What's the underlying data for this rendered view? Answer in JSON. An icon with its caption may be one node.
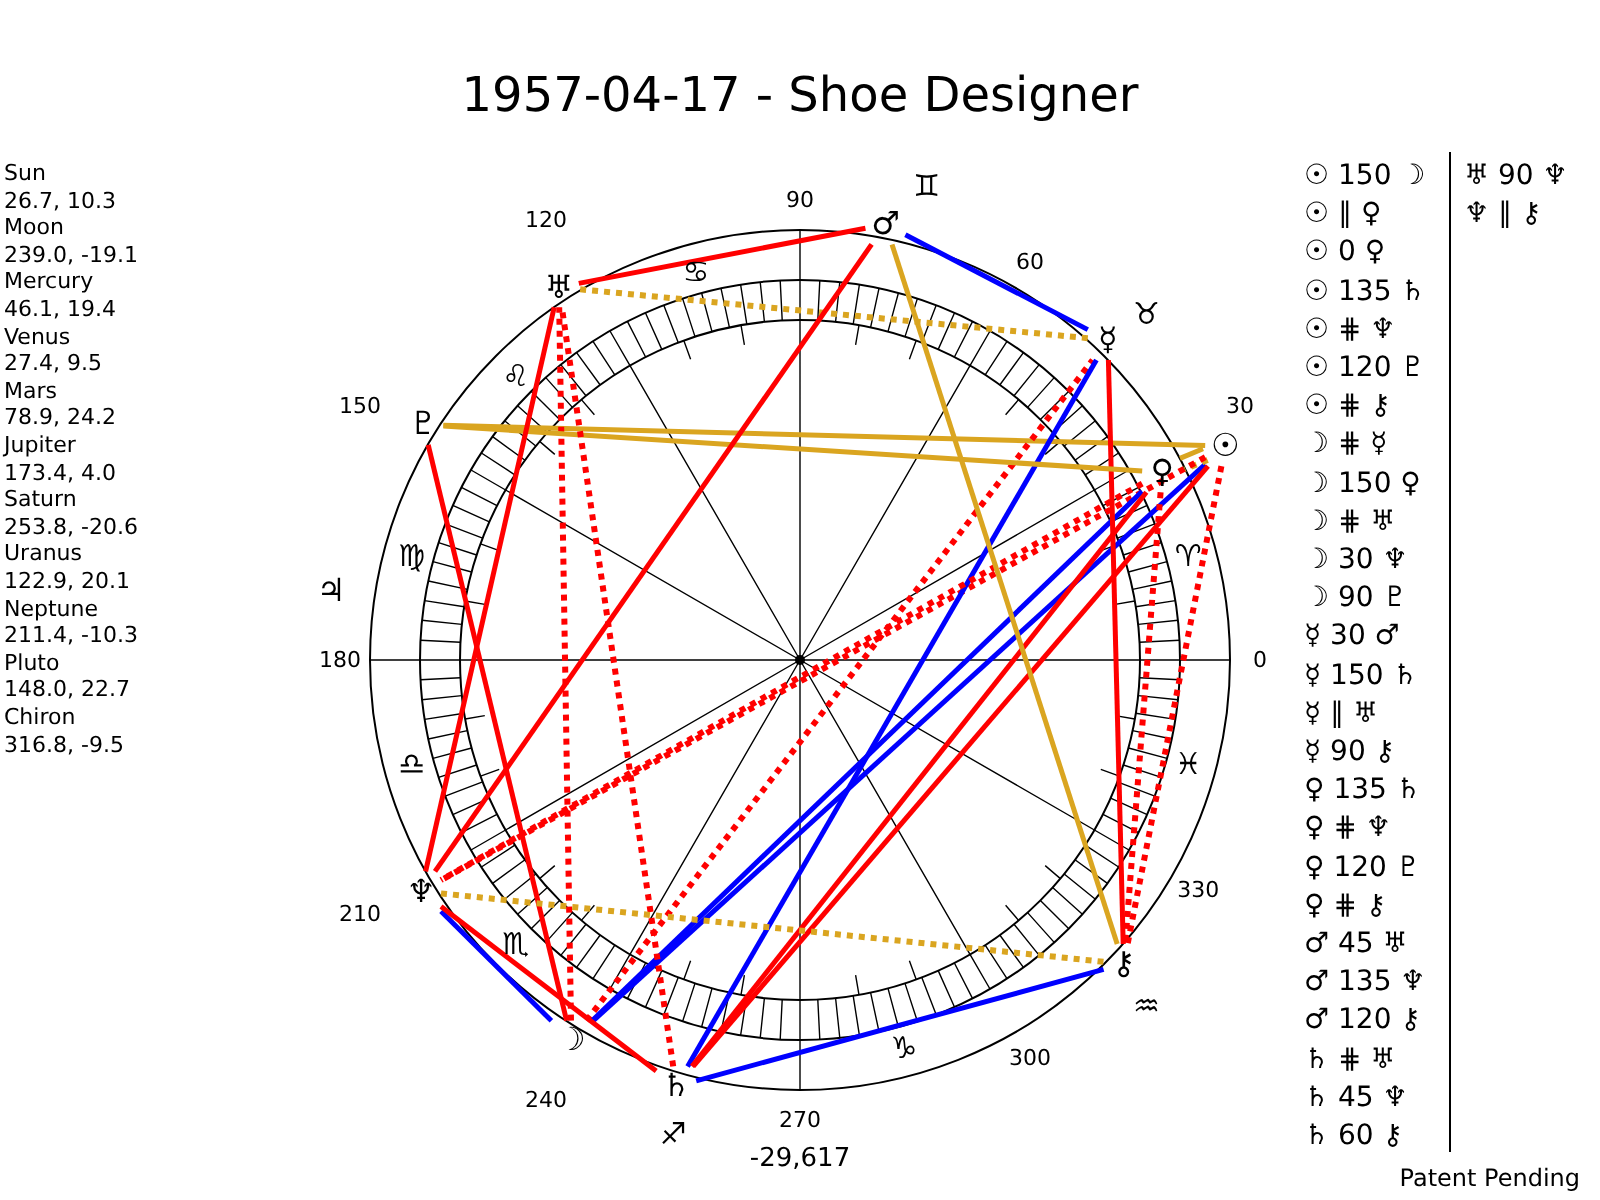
{
  "diagram": {
    "title": "1957-04-17 - Shoe Designer",
    "nodes": [
      {
        "text": [
          "☉"
        ]
      },
      {
        "text": [
          "☽"
        ]
      },
      {
        "text": [
          "☿"
        ]
      },
      {
        "text": [
          "♀"
        ]
      },
      {
        "text": [
          "♂"
        ]
      },
      {
        "text": [
          "♄"
        ]
      },
      {
        "text": [
          "♅"
        ]
      },
      {
        "text": [
          "♆"
        ]
      },
      {
        "text": [
          "♇"
        ]
      },
      {
        "text": [
          "⚷"
        ]
      }
    ],
    "edges": [
      {
        "from": 0,
        "to": 1,
        "arrow": "none",
        "color": "#0000ff"
      },
      {
        "from": 0,
        "to": 3,
        "arrow": "none",
        "style": "dashed",
        "color": "#daa520"
      },
      {
        "from": 0,
        "to": 3,
        "arrow": "none",
        "color": "#daa520"
      },
      {
        "from": 0,
        "to": 5,
        "arrow": "none"
      },
      {
        "from": 0,
        "to": 7,
        "arrow": "none",
        "style": "dashed"
      },
      {
        "from": 0,
        "to": 8,
        "arrow": "none",
        "color": "#daa520"
      },
      {
        "from": 0,
        "to": 9,
        "arrow": "none",
        "style": "dashed"
      },
      {
        "from": 1,
        "to": 2,
        "arrow": "none",
        "style": "dashed"
      },
      {
        "from": 1,
        "to": 3,
        "arrow": "none",
        "color": "#0000ff"
      },
      {
        "from": 1,
        "to": 6,
        "arrow": "none",
        "style": "dashed"
      },
      {
        "from": 1,
        "to": 7,
        "arrow": "none",
        "color": "#0000ff"
      },
      {
        "from": 1,
        "to": 8,
        "arrow": "none"
      },
      {
        "from": 2,
        "to": 4,
        "arrow": "none",
        "color": "#0000ff"
      },
      {
        "from": 2,
        "to": 5,
        "arrow": "none",
        "color": "#0000ff"
      },
      {
        "from": 2,
        "to": 6,
        "arrow": "none",
        "style": "dashed",
        "color": "#daa520"
      },
      {
        "from": 2,
        "to": 9,
        "arrow": "none"
      },
      {
        "from": 3,
        "to": 5,
        "arrow": "none"
      },
      {
        "from": 3,
        "to": 7,
        "arrow": "none",
        "style": "dashed"
      },
      {
        "from": 3,
        "to": 8,
        "arrow": "none",
        "color": "#daa520"
      },
      {
        "from": 3,
        "to": 9,
        "arrow": "none",
        "style": "dashed"
      },
      {
        "from": 4,
        "to": 6,
        "arrow": "none"
      },
      {
        "from": 4,
        "to": 7,
        "arrow": "none"
      },
      {
        "from": 4,
        "to": 9,
        "arrow": "none",
        "color": "#daa520"
      },
      {
        "from": 5,
        "to": 6,
        "arrow": "none",
        "style": "dashed"
      },
      {
        "from": 5,
        "to": 7,
        "arrow": "none"
      },
      {
        "from": 5,
        "to": 9,
        "arrow": "none",
        "color": "#0000ff"
      },
      {
        "from": 6,
        "to": 7,
        "arrow": "none"
      },
      {
        "from": 7,
        "to": 9,
        "arrow": "none",
        "style": "dashed",
        "color": "#daa520"
      }
    ],
    "labels": [
      "Sun",
      "26.7, 10.3",
      "Moon",
      "239.0, -19.1",
      "Mercury",
      "46.1, 19.4",
      "Venus",
      "27.4, 9.5",
      "Mars",
      "78.9, 24.2",
      "Jupiter",
      "173.4, 4.0",
      "Saturn",
      "253.8, -20.6",
      "Uranus",
      "122.9, 20.1",
      "Neptune",
      "211.4, -10.3",
      "Pluto",
      "148.0, 22.7",
      "Chiron",
      "316.8, -9.5",
      "0",
      "30",
      "60",
      "90",
      "120",
      "150",
      "180",
      "210",
      "240",
      "270",
      "300",
      "330",
      "♈",
      "♉",
      "♊",
      "♋",
      "♌",
      "♍",
      "♎",
      "♏",
      "♐",
      "♑",
      "♒",
      "♓",
      "♃",
      "-29,617",
      "☉ 150 ☽",
      "☉ ∥ ♀",
      "☉ 0 ♀",
      "☉ 135 ♄",
      "☉ ⋕ ♆",
      "☉ 120 ♇",
      "☉ ⋕ ⚷",
      "☽ ⋕ ☿",
      "☽ 150 ♀",
      "☽ ⋕ ♅",
      "☽ 30 ♆",
      "☽ 90 ♇",
      "☿ 30 ♂",
      "☿ 150 ♄",
      "☿ ∥ ♅",
      "☿ 90 ⚷",
      "♀ 135 ♄",
      "♀ ⋕ ♆",
      "♀ 120 ♇",
      "♀ ⋕ ⚷",
      "♂ 45 ♅",
      "♂ 135 ♆",
      "♂ 120 ⚷",
      "♄ ⋕ ♅",
      "♄ 45 ♆",
      "♄ 60 ⚷",
      "♅ 90 ♆",
      "♆ ∥ ⚷",
      "Patent Pending"
    ]
  }
}
